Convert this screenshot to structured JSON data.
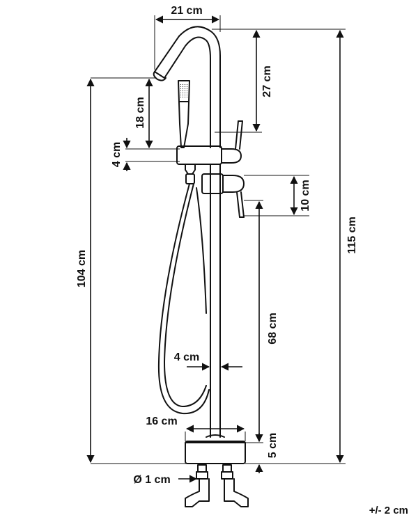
{
  "dimensions": {
    "spout_reach": "21 cm",
    "spout_height": "27 cm",
    "total_height": "115 cm",
    "hand_shower": "18 cm",
    "handle_gap": "4 cm",
    "lever_spacing": "10 cm",
    "spout_to_floor": "104 cm",
    "lever_to_base": "68 cm",
    "pipe_diameter": "4 cm",
    "base_diameter": "16 cm",
    "base_height": "5 cm",
    "inlet_diameter": "Ø 1 cm"
  },
  "tolerance": "+/- 2 cm",
  "colors": {
    "line": "#111111",
    "background": "#ffffff"
  }
}
